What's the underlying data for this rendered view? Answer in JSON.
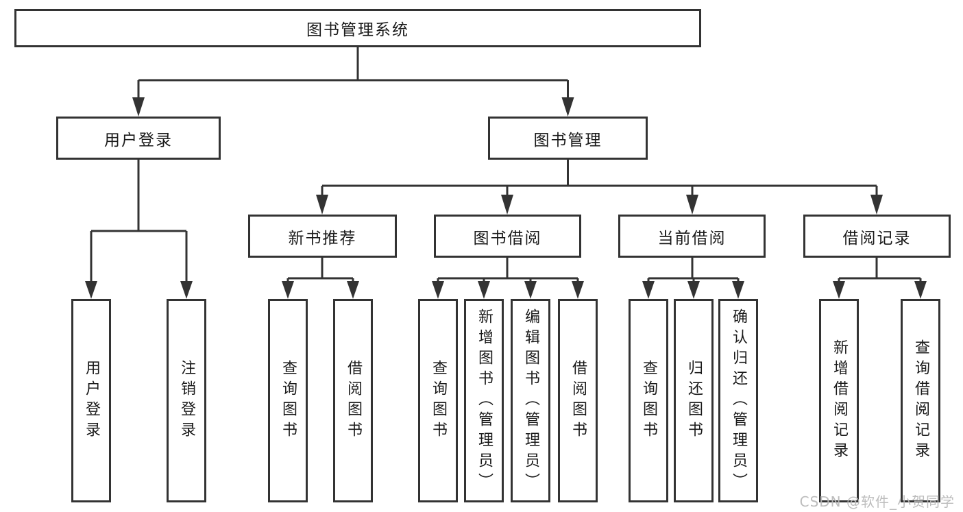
{
  "diagram": {
    "root": "图书管理系统",
    "branches": {
      "user_login": "用户登录",
      "book_mgmt": "图书管理"
    },
    "modules": {
      "new_book_rec": "新书推荐",
      "book_borrow": "图书借阅",
      "current_borrow": "当前借阅",
      "borrow_records": "借阅记录"
    },
    "leaves": {
      "login": "用户登录",
      "logout": "注销登录",
      "nbr_query": "查询图书",
      "nbr_borrow": "借阅图书",
      "bb_query": "查询图书",
      "bb_add": "新增图书（管理员）",
      "bb_edit": "编辑图书（管理员）",
      "bb_borrow": "借阅图书",
      "cb_query": "查询图书",
      "cb_return": "归还图书",
      "cb_confirm": "确认归还（管理员）",
      "br_add": "新增借阅记录",
      "br_query": "查询借阅记录"
    }
  },
  "watermark": "CSDN @软件_小贺同学",
  "colors": {
    "line": "#333333",
    "text": "#1a1a1a",
    "box_background": "#ffffff",
    "page_background": "#ffffff",
    "watermark": "#b9b9b9"
  }
}
